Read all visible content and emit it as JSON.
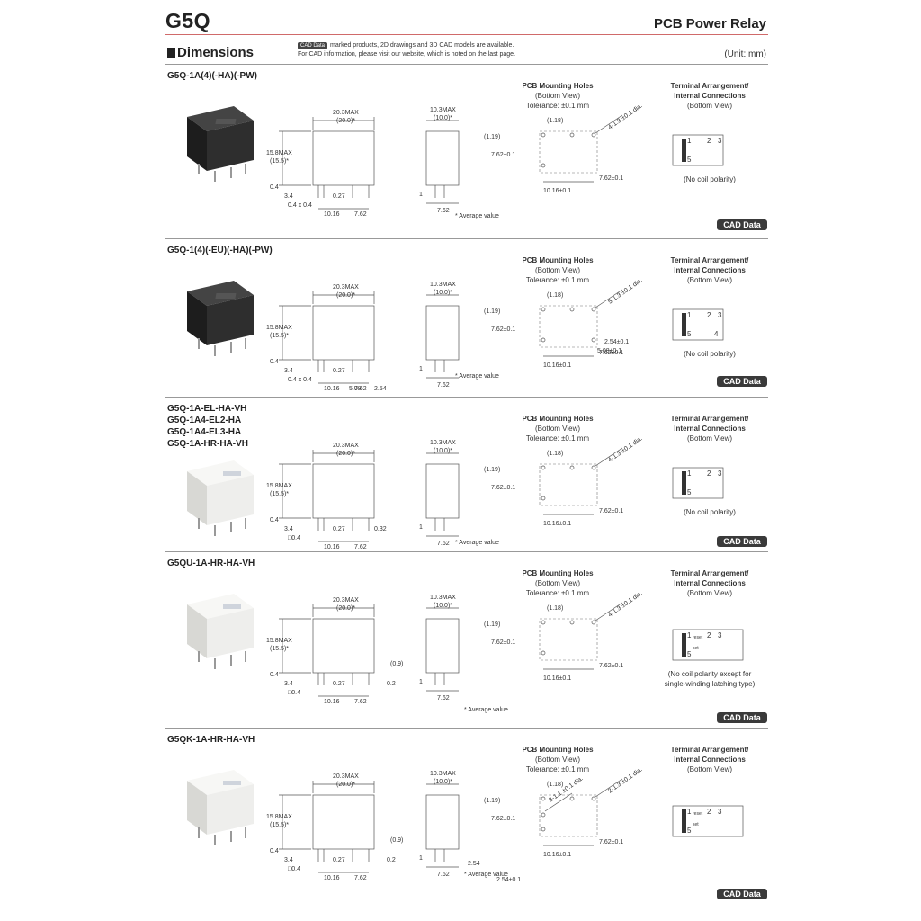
{
  "header": {
    "title": "G5Q",
    "subtitle": "PCB Power Relay"
  },
  "dimensions": {
    "title": "Dimensions",
    "cad_badge": "CAD Data",
    "note_line1": "marked products, 2D drawings and 3D CAD models are available.",
    "note_line2": "For CAD information, please visit our website, which is noted on the last page.",
    "unit": "(Unit: mm)"
  },
  "common": {
    "pcb_title": "PCB Mounting Holes",
    "pcb_view": "(Bottom View)",
    "pcb_tolerance": "Tolerance: ±0.1 mm",
    "term_title1": "Terminal Arrangement/",
    "term_title2": "Internal Connections",
    "term_view": "(Bottom View)",
    "cad_button": "CAD Data",
    "average_value": "* Average value",
    "width_max": "20.3MAX",
    "width_avg": "(20.0)*",
    "depth_max": "10.3MAX",
    "depth_avg": "(10.0)*",
    "height_max": "15.8MAX",
    "height_avg": "(15.5)*",
    "dim_04": "0.4",
    "dim_34": "3.4",
    "dim_027": "0.27",
    "dim_1016": "10.16",
    "dim_762": "7.62",
    "dim_1": "1",
    "pcb_118": "(1.18)",
    "pcb_119": "(1.19)",
    "pcb_762": "7.62±0.1",
    "pcb_1016": "10.16±0.1",
    "pcb_762b": "7.62±0.1"
  },
  "sections": [
    {
      "models": [
        "G5Q-1A(4)(-HA)(-PW)"
      ],
      "pin_dim": "0.4 x 0.4",
      "holes_label": "4-1.3 ±0.1 dia.",
      "term_note1": "(No coil polarity)",
      "term_note2": ""
    },
    {
      "models": [
        "G5Q-1(4)(-EU)(-HA)(-PW)"
      ],
      "pin_dim": "0.4 x 0.4",
      "holes_label": "5-1.3 ±0.1 dia.",
      "extra_508": "5.08",
      "extra_254": "2.54",
      "pcb_254": "2.54±0.1",
      "pcb_508": "5.08±0.1",
      "term_note1": "(No coil polarity)",
      "term_note2": ""
    },
    {
      "models": [
        "G5Q-1A-EL-HA-VH",
        "G5Q-1A4-EL2-HA",
        "G5Q-1A4-EL3-HA",
        "G5Q-1A-HR-HA-VH"
      ],
      "pin_dim": "□0.4",
      "extra_032": "0.32",
      "holes_label": "4-1.3 ±0.1 dia.",
      "term_note1": "(No coil polarity)",
      "term_note2": ""
    },
    {
      "models": [
        "G5QU-1A-HR-HA-VH"
      ],
      "pin_dim": "□0.4",
      "extra_09": "(0.9)",
      "extra_02": "0.2",
      "holes_label": "4-1.3 ±0.1 dia.",
      "term_note1": "(No coil polarity except for",
      "term_note2": "single-winding latching type)",
      "term_set": "set",
      "term_reset": "reset"
    },
    {
      "models": [
        "G5QK-1A-HR-HA-VH"
      ],
      "pin_dim": "□0.4",
      "extra_09": "(0.9)",
      "extra_02": "0.2",
      "extra_254": "2.54",
      "holes_label_a": "3-1.1 ±0.1 dia.",
      "holes_label_b": "2-1.3 ±0.1 dia.",
      "pcb_254": "2.54±0.1",
      "term_note1": "",
      "term_note2": "",
      "term_reset": "reset",
      "term_set": "set"
    }
  ]
}
